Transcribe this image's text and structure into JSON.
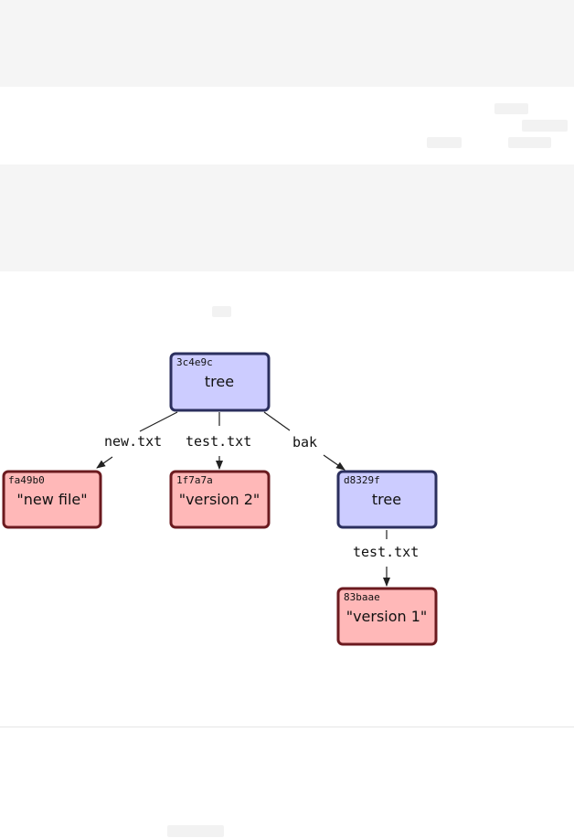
{
  "diagram": {
    "nodes": {
      "root_tree": {
        "sha": "3c4e9c",
        "label": "tree"
      },
      "blob_new": {
        "sha": "fa49b0",
        "label": "\"new file\""
      },
      "blob_v2": {
        "sha": "1f7a7a",
        "label": "\"version 2\""
      },
      "bak_tree": {
        "sha": "d8329f",
        "label": "tree"
      },
      "blob_v1": {
        "sha": "83baae",
        "label": "\"version 1\""
      }
    },
    "edges": {
      "new_txt": "new.txt",
      "test_txt": "test.txt",
      "bak": "bak",
      "bak_test_txt": "test.txt"
    },
    "colors": {
      "tree_fill": "#ccccff",
      "tree_stroke": "#2b2f5e",
      "blob_fill": "#ffb8b8",
      "blob_stroke": "#6b1a1f"
    }
  }
}
